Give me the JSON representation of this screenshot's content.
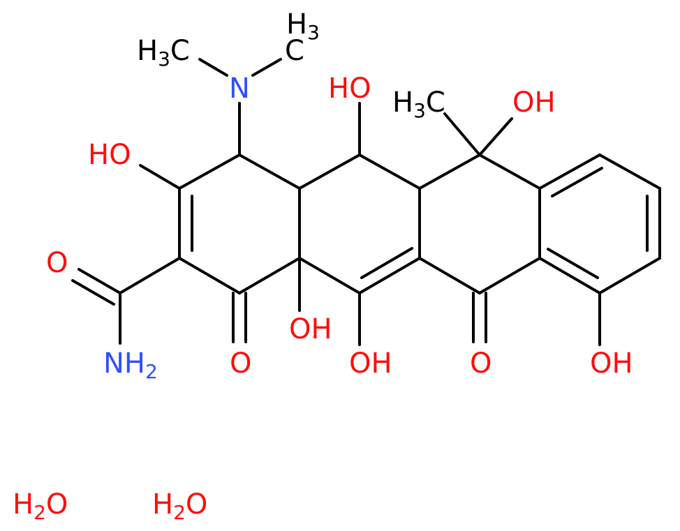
{
  "colors": {
    "bond": "#000000",
    "oxygen": "#ff0d0d",
    "nitrogen": "#3050f8",
    "carbon": "#000000"
  },
  "atoms": {
    "ch3_left": {
      "main": "H",
      "sub": "3",
      "tail": "C"
    },
    "ch3_right": {
      "main": "H",
      "sub": "3",
      "tail": ""
    },
    "ch3_c_right": {
      "main": "C"
    },
    "n_dimethyl": {
      "main": "N"
    },
    "oh_top_left": {
      "main": "HO"
    },
    "oh_top_mid": {
      "main": "HO"
    },
    "ch3_mid": {
      "main": "H",
      "sub": "3",
      "tail": "C"
    },
    "oh_top_right": {
      "main": "OH"
    },
    "o_amide": {
      "main": "O"
    },
    "nh2_amide": {
      "main": "NH",
      "sub": "2"
    },
    "o_ketone_left": {
      "main": "O"
    },
    "oh_mid_low": {
      "main": "OH"
    },
    "oh_bottom_mid": {
      "main": "OH"
    },
    "o_ketone_mid": {
      "main": "O"
    },
    "oh_bottom_right": {
      "main": "OH"
    },
    "water_1": {
      "main": "H",
      "sub": "2",
      "tail": "O"
    },
    "water_2": {
      "main": "H",
      "sub": "2",
      "tail": "O"
    }
  }
}
